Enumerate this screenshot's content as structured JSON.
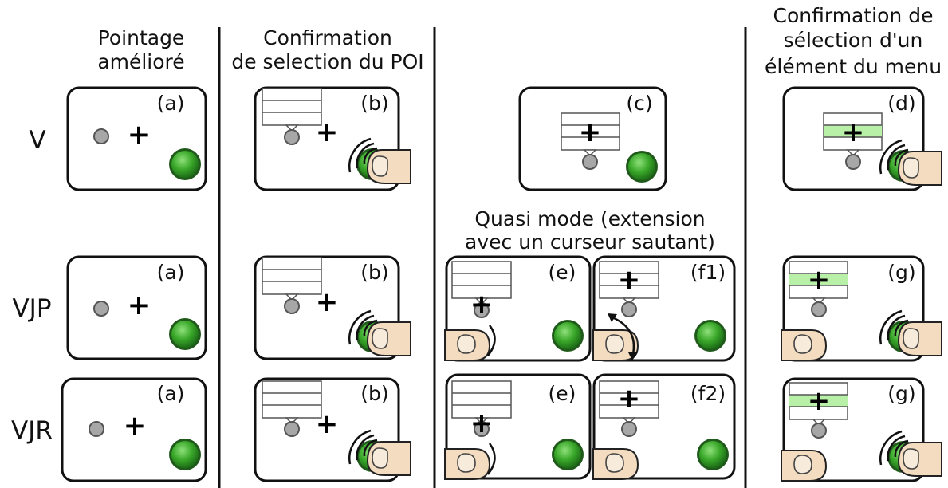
{
  "headers": {
    "col1": [
      "Pointage",
      "amélioré"
    ],
    "col2": [
      "Confirmation",
      "de selection du POI"
    ],
    "col3": [
      "Quasi mode (extension",
      "avec un curseur sautant)"
    ],
    "col4": [
      "Confirmation de",
      "sélection d'un",
      "élément du menu"
    ]
  },
  "rows": {
    "v": "V",
    "vjp": "VJP",
    "vjr": "VJR"
  },
  "panels": {
    "v_a": "(a)",
    "v_b": "(b)",
    "v_c": "(c)",
    "v_d": "(d)",
    "vjp_a": "(a)",
    "vjp_b": "(b)",
    "vjp_e": "(e)",
    "vjp_f1": "(f1)",
    "vjp_g": "(g)",
    "vjr_a": "(a)",
    "vjr_b": "(b)",
    "vjr_e": "(e)",
    "vjr_f2": "(f2)",
    "vjr_g": "(g)"
  },
  "cursor_glyph": "+",
  "colors": {
    "button": "#3aa82a",
    "highlight": "#b9f0a8",
    "poi": "#a7a7a7",
    "finger": "#f3dcc0"
  }
}
